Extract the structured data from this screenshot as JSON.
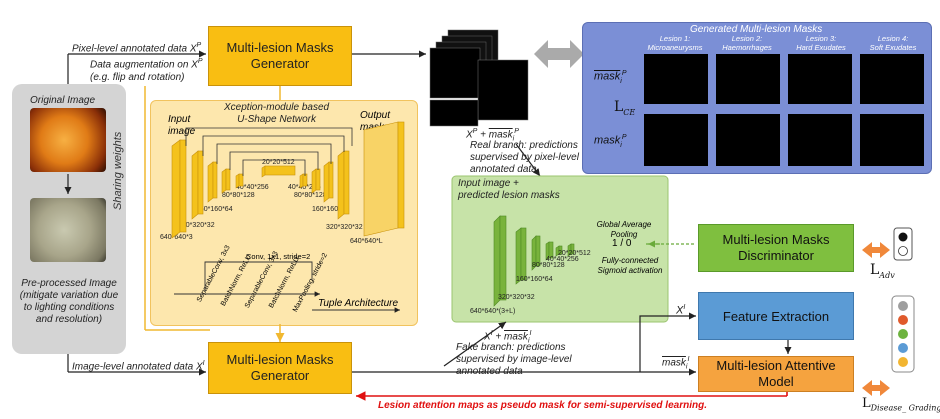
{
  "left_panel": {
    "original_label": "Original Image",
    "preprocessed_label": "Pre-processed Image (mitigate variation due to lighting conditions and resolution)"
  },
  "top": {
    "pixel_label": "Pixel-level annotated data X",
    "pixel_sup": "P",
    "augment_label_1": "Data augmentation on X",
    "augment_sup": "P",
    "augment_label_2": "(e.g. flip and rotation)",
    "generator_label": "Multi-lesion Masks Generator"
  },
  "unet": {
    "title_1": "Xception-module based",
    "title_2": "U-Shape Network",
    "input_label": "Input image",
    "output_label": "Output masks",
    "dims": [
      "640*640*3",
      "320*320*32",
      "160*160*64",
      "80*80*128",
      "40*40*256",
      "20*20*512",
      "40*40*256",
      "80*80*128",
      "160*160*64",
      "320*320*32",
      "640*640*L"
    ],
    "sharing_weights": "Sharing weights",
    "tuple_title": "Tuple Architecture",
    "tuple_ops": [
      "SeparableConv, 3x3",
      "BatchNorm, ReLU",
      "SeparableConv, 3x3",
      "BatchNorm, ReLU",
      "MaxPooling, stride=2"
    ],
    "conv_label": "Conv, 1x1, stride=2"
  },
  "masks_panel": {
    "title": "Generated Multi-lesion Masks",
    "lesions": [
      {
        "line1": "Lesion 1:",
        "line2": "Microaneurysms"
      },
      {
        "line1": "Lesion 2:",
        "line2": "Haemorrhages"
      },
      {
        "line1": "Lesion 3:",
        "line2": "Hard Exudates"
      },
      {
        "line1": "Lesion 4:",
        "line2": "Soft Exudates"
      }
    ],
    "row1_label": "mask",
    "row2_label": "mask",
    "loss_label": "L",
    "loss_sub": "CE"
  },
  "real_branch": {
    "formula": "X",
    "text": "Real branch: predictions supervised by pixel-level annotated data"
  },
  "discriminator_net": {
    "title_1": "Input image +",
    "title_2": "predicted lesion masks",
    "gap": "Global Average Pooling",
    "fc": "Fully-connected Sigmoid activation",
    "output": "1 / 0",
    "dims": [
      "640*640*(3+L)",
      "320*320*32",
      "160*160*64",
      "80*80*128",
      "40*40*256",
      "20*20*512"
    ]
  },
  "discriminator": {
    "label": "Multi-lesion Masks Discriminator",
    "loss": "L",
    "loss_sub": "Adv"
  },
  "fake_branch": {
    "formula": "X",
    "text": "Fake branch: predictions supervised by image-level annotated data"
  },
  "bottom": {
    "image_label": "Image-level annotated data X",
    "image_sup": "I",
    "generator_label": "Multi-lesion Masks Generator",
    "feature_label": "Feature Extraction",
    "feature_input": "X",
    "feature_input_sup": "I",
    "attentive_label": "Multi-lesion Attentive Model",
    "attentive_input": "mask",
    "loss": "L",
    "loss_sub": "Disease_ Grading",
    "red_caption": "Lesion attention maps as pseudo mask for semi-supervised learning."
  },
  "colors": {
    "generator": "#f9be12",
    "blue_box": "#5b9bd5",
    "green_box": "#7fbf3f",
    "orange_box": "#f5a33f",
    "red_arrow": "#e01010",
    "panel_blue": "#7b8fd6"
  }
}
